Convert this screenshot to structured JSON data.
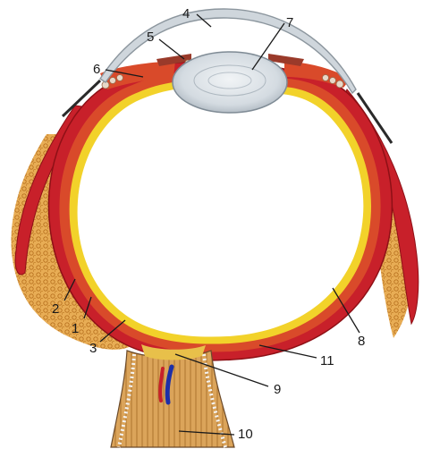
{
  "labels": {
    "l1": "1",
    "l2": "2",
    "l3": "3",
    "l4": "4",
    "l5": "5",
    "l6": "6",
    "l7": "7",
    "l8": "8",
    "l9": "9",
    "l10": "10",
    "l11": "11"
  },
  "colors": {
    "sclera_muscle": "#c8202a",
    "sclera_dark": "#8e1016",
    "choroid": "#e06a3a",
    "retina": "#f2d22a",
    "orbital_fat": "#e6a850",
    "fat_dots": "#c27a28",
    "lens": "#d6dde2",
    "cornea": "#b9c3cb",
    "nerve": "#d9a35a",
    "nerve_sheath": "#6b4a2a",
    "vein": "#1d2fa8",
    "artery": "#c8202a",
    "vitreous": "#ffffff"
  }
}
